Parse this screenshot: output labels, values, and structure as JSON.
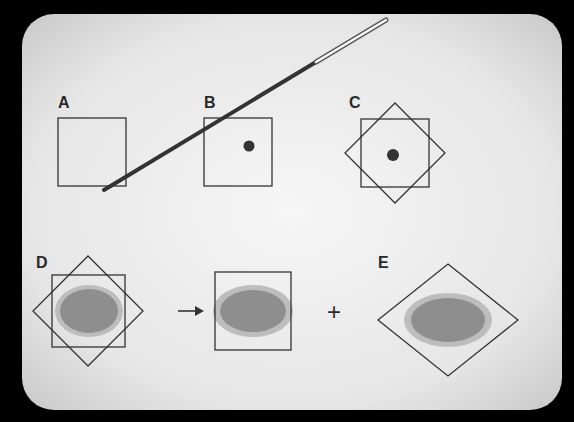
{
  "diagram": {
    "labels": [
      "A",
      "B",
      "C",
      "D",
      "E",
      "+"
    ]
  }
}
